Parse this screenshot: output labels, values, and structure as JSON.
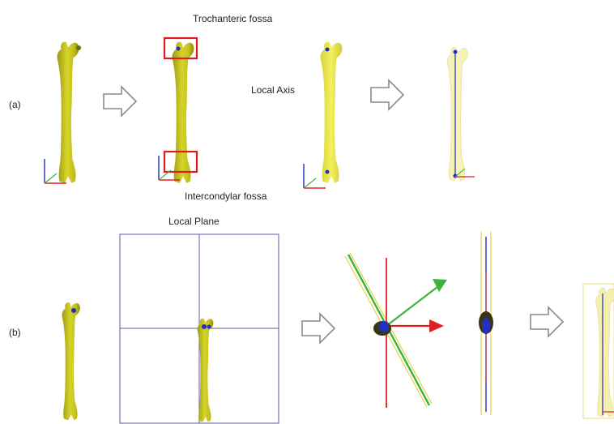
{
  "row_a": {
    "label": "(a)",
    "annotation_top": "Trochanteric fossa",
    "annotation_bottom": "Intercondylar fossa",
    "annotation_axis": "Local Axis"
  },
  "row_b": {
    "label": "(b)",
    "annotation_plane": "Local Plane"
  },
  "colors": {
    "bone_dark": "#b8b418",
    "bone_mid": "#d9d62a",
    "bone_light": "#f2ef5a",
    "bone_transparent": "#f3ee9a",
    "highlight_box": "#e01b24",
    "plane_lines": "#5a5aa8",
    "axis_red": "#e02020",
    "axis_green": "#3cb43c",
    "axis_blue": "#2030c0",
    "arrow_outline": "#8a8a8a"
  },
  "icons": [
    "arrow-right-icon",
    "axis-triad-icon",
    "femur-bone-icon"
  ]
}
